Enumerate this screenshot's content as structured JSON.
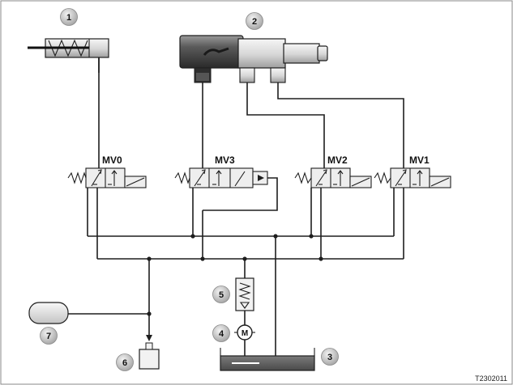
{
  "valves": [
    "MV0",
    "MV3",
    "MV2",
    "MV1"
  ],
  "callouts": [
    "1",
    "2",
    "3",
    "4",
    "5",
    "6",
    "7"
  ],
  "image_code": "T2302011",
  "icons": {
    "accumulator": "accumulator-icon",
    "actuator_cylinder": "cylinder-icon",
    "spring_actuator": "spring-cylinder-icon",
    "pump_motor": "pump-motor-icon",
    "pressure_relief": "relief-valve-icon",
    "reservoir": "reservoir-icon",
    "sensor": "pressure-sensor-icon"
  },
  "colors": {
    "line": "#1e1e1e",
    "bubble": "#c8c8c8",
    "component_fill": "#e6e6e6"
  }
}
